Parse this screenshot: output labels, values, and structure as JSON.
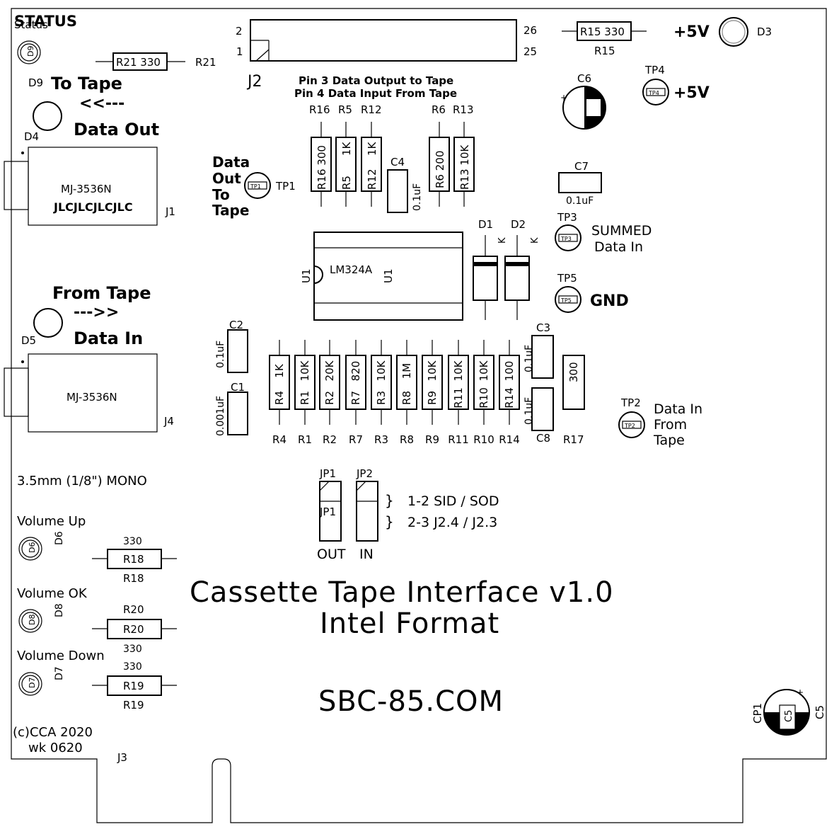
{
  "board": {
    "title": "Cassette Tape Interface v1.0",
    "subtitle": "Intel Format",
    "website": "SBC-85.COM",
    "copyright": "(c)CCA 2020",
    "week": "wk 0620",
    "edge_label": "J3"
  },
  "labels": {
    "status_overlap_a": "STATUS",
    "status_overlap_b": "Status",
    "to_tape": "To Tape",
    "to_tape_arrow": "<<---",
    "data_out": "Data Out",
    "from_tape": "From Tape",
    "from_tape_arrow": "--->>",
    "data_in": "Data In",
    "mono": "3.5mm (1/8\") MONO",
    "volume_up": "Volume Up",
    "volume_ok": "Volume OK",
    "volume_down": "Volume Down",
    "pin3": "Pin 3 Data Output to Tape",
    "pin4": "Pin 4 Data Input From Tape",
    "plus5v_a": "+5V",
    "plus5v_b": "+5V",
    "summed_1": "SUMMED",
    "summed_2": "Data In",
    "gnd": "GND",
    "tp2_1": "Data In",
    "tp2_2": "From",
    "tp2_3": "Tape",
    "tp1_1": "Data",
    "tp1_2": "Out",
    "tp1_3": "To",
    "tp1_4": "Tape",
    "jp_legend_1": "1-2 SID / SOD",
    "jp_legend_2": "2-3 J2.4 / J2.3",
    "jp_brace": "}",
    "out": "OUT",
    "in": "IN"
  },
  "refs": {
    "J2": "J2",
    "j2_p2": "2",
    "j2_p1": "1",
    "j2_p26": "26",
    "j2_p25": "25",
    "R15_body": "R15 330",
    "R15": "R15",
    "D3": "D3",
    "C6": "C6",
    "TP4": "TP4",
    "TP4_in": "TP4",
    "R21_body": "R21 330",
    "R21": "R21",
    "D9": "D9",
    "D9_in": "D9",
    "D4": "D4",
    "D5": "D5",
    "J1": "J1",
    "J4": "J4",
    "jack_model_1": "MJ-3536N",
    "jack_model_2": "MJ-3536N",
    "jlc": "JLCJLCJLCJLC",
    "R16": "R16",
    "R5": "R5",
    "R12": "R12",
    "R6": "R6",
    "R13": "R13",
    "R16_body": "R16 300",
    "R5_body_a": "1K",
    "R5_body_b": "R5",
    "R12_body_a": "1K",
    "R12_body_b": "R12",
    "R6_body": "R6 200",
    "R13_body": "R13 10K",
    "C4": "C4",
    "C4_val": "0.1uF",
    "C7": "C7",
    "C7_val": "0.1uF",
    "TP1": "TP1",
    "TP1_in": "TP1",
    "TP3": "TP3",
    "TP3_in": "TP3",
    "TP5": "TP5",
    "TP5_in": "TP5",
    "TP2": "TP2",
    "TP2_in": "TP2",
    "D1": "D1",
    "D2": "D2",
    "K1": "K",
    "K2": "K",
    "U1_part": "LM324A",
    "U1_a": "U1",
    "U1_b": "U1",
    "C2": "C2",
    "C2_val": "0.1uF",
    "C1": "C1",
    "C1_val": "0.001uF",
    "C3": "C3",
    "C3_val": "0.1uF",
    "C8": "C8",
    "C8_val": "0.1uF",
    "R17": "R17",
    "R17_val": "300",
    "JP1": "JP1",
    "JP1_in": "JP1",
    "JP2": "JP2",
    "D6": "D6",
    "D6_in": "D6",
    "D8": "D8",
    "D8_in": "D8",
    "D7": "D7",
    "D7_in": "D7",
    "R18_val": "330",
    "R18_body": "R18",
    "R18": "R18",
    "R20_top": "R20",
    "R20_body": "R20",
    "R20_val": "330",
    "R19_val": "330",
    "R19_body": "R19",
    "R19": "R19",
    "CP1": "CP1",
    "C5": "C5",
    "C5_in": "C5"
  },
  "resistor_row": [
    {
      "ref": "R4",
      "val": "1K",
      "body": "R4"
    },
    {
      "ref": "R1",
      "val": "10K",
      "body": "R1"
    },
    {
      "ref": "R2",
      "val": "20K",
      "body": "R2"
    },
    {
      "ref": "R7",
      "val": "820",
      "body": "R7"
    },
    {
      "ref": "R3",
      "val": "10K",
      "body": "R3"
    },
    {
      "ref": "R8",
      "val": "1M",
      "body": "R8"
    },
    {
      "ref": "R9",
      "val": "10K",
      "body": "R9"
    },
    {
      "ref": "R11",
      "val": "10K",
      "body": "R11"
    },
    {
      "ref": "R10",
      "val": "10K",
      "body": "R10"
    },
    {
      "ref": "R14",
      "val": "100",
      "body": "R14"
    }
  ]
}
